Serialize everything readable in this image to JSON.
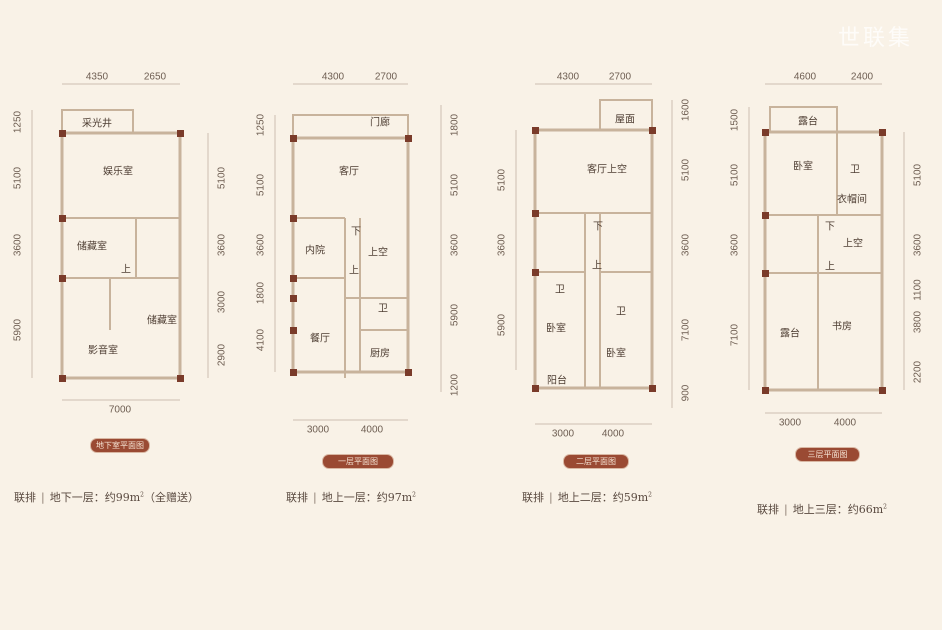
{
  "watermark": "世联集",
  "colors": {
    "background": "#f9f2e7",
    "wall": "#c8b39c",
    "column": "#7a3b2a",
    "badge": "#9a4a33"
  },
  "plans": [
    {
      "badge": "地下室平面图",
      "top_dims": [
        "4350",
        "2650"
      ],
      "left_dims": [
        "1250",
        "5100",
        "3600",
        "5900"
      ],
      "right_dims": [
        "5100",
        "3600",
        "3000",
        "2900"
      ],
      "bottom_dims": [
        "7000"
      ],
      "rooms": [
        "采光井",
        "娱乐室",
        "储藏室",
        "上",
        "储藏室",
        "影音室"
      ],
      "caption": {
        "type": "联排",
        "sep": "|",
        "floor": "地下一层：",
        "area": "约99m",
        "sup": "2",
        "note": "（全赠送）"
      }
    },
    {
      "badge": "一层平面图",
      "top_dims": [
        "4300",
        "2700"
      ],
      "left_dims": [
        "1250",
        "5100",
        "3600",
        "1800",
        "4100"
      ],
      "right_dims": [
        "1800",
        "5100",
        "3600",
        "5900",
        "1200"
      ],
      "bottom_dims": [
        "3000",
        "4000"
      ],
      "rooms": [
        "门廊",
        "客厅",
        "内院",
        "下",
        "上空",
        "上",
        "卫",
        "餐厅",
        "厨房"
      ],
      "caption": {
        "type": "联排",
        "sep": "|",
        "floor": "地上一层：",
        "area": "约97m",
        "sup": "2",
        "note": ""
      }
    },
    {
      "badge": "二层平面图",
      "top_dims": [
        "4300",
        "2700"
      ],
      "left_dims": [
        "5100",
        "3600",
        "5900"
      ],
      "right_dims": [
        "1600",
        "5100",
        "3600",
        "7100",
        "900"
      ],
      "bottom_dims": [
        "3000",
        "4000"
      ],
      "rooms": [
        "屋面",
        "客厅上空",
        "下",
        "上",
        "卫",
        "卫",
        "卧室",
        "卧室",
        "阳台"
      ],
      "caption": {
        "type": "联排",
        "sep": "|",
        "floor": "地上二层：",
        "area": "约59m",
        "sup": "2",
        "note": ""
      }
    },
    {
      "badge": "三层平面图",
      "top_dims": [
        "4600",
        "2400"
      ],
      "left_dims": [
        "1500",
        "5100",
        "3600",
        "7100"
      ],
      "right_dims": [
        "5100",
        "3600",
        "1100",
        "3800",
        "2200"
      ],
      "bottom_dims": [
        "3000",
        "4000"
      ],
      "rooms": [
        "露台",
        "卧室",
        "卫",
        "衣帽间",
        "下",
        "上空",
        "上",
        "露台",
        "书房"
      ],
      "caption": {
        "type": "联排",
        "sep": "|",
        "floor": "地上三层：",
        "area": "约66m",
        "sup": "2",
        "note": ""
      }
    }
  ]
}
